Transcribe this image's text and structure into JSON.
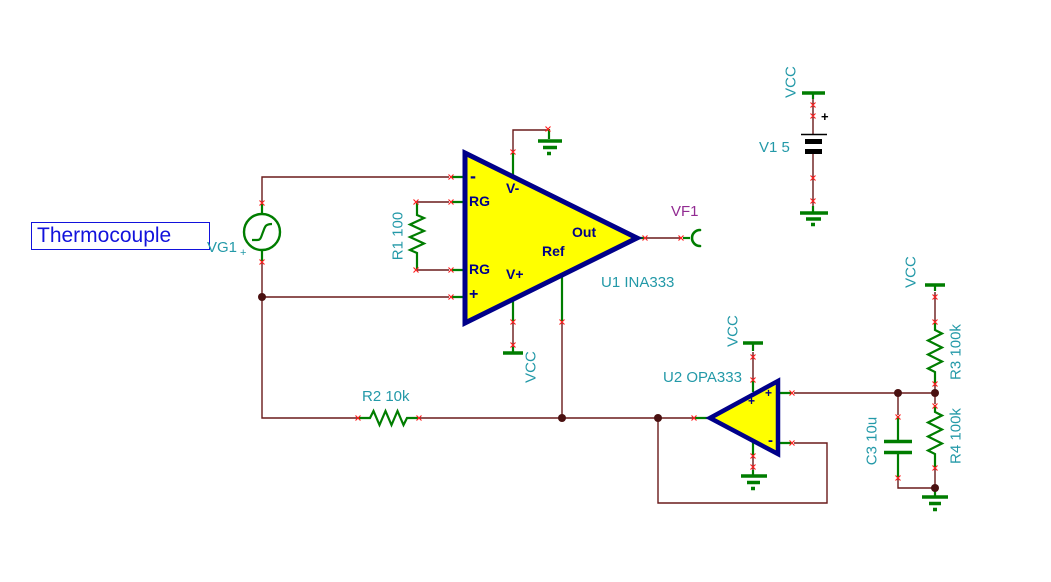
{
  "colors": {
    "bg": "#FFFFFF",
    "wire": "#6A1A1A",
    "dot": "#4A1111",
    "grn": "#007D00",
    "fillyellow": "#FFFF00",
    "navy": "#000089",
    "teal": "#2399A8",
    "purple": "#922B92",
    "blue": "#1212DC",
    "red": "#FF1A1A",
    "black": "#000000"
  },
  "annotation": {
    "text": "Thermocouple"
  },
  "net": {
    "vcc": "VCC"
  },
  "components": {
    "vg1": {
      "label": "VG1",
      "polarity": "+"
    },
    "v1": {
      "label": "V1 5",
      "polarity": "+"
    },
    "r1": {
      "label": "R1 100"
    },
    "r2": {
      "label": "R2 10k"
    },
    "r3": {
      "label": "R3 100k"
    },
    "r4": {
      "label": "R4 100k"
    },
    "c3": {
      "label": "C3 10u"
    },
    "u1": {
      "label": "U1 INA333",
      "pins": {
        "inv": "-",
        "rg_top": "RG",
        "rg_bot": "RG",
        "noninv": "+",
        "vminus": "V-",
        "vplus": "V+",
        "out": "Out",
        "ref": "Ref"
      }
    },
    "u2": {
      "label": "U2 OPA333",
      "pins": {
        "power": "+",
        "noninv": "+",
        "inv": "-"
      }
    },
    "vf1": {
      "label": "VF1"
    }
  }
}
